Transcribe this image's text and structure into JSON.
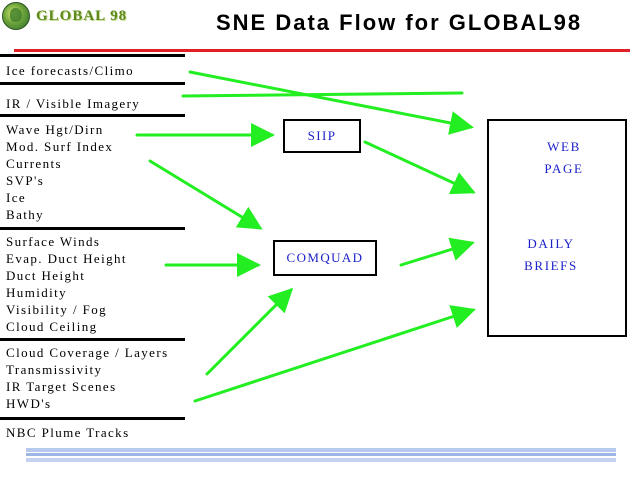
{
  "logo": {
    "text": "GLOBAL 98"
  },
  "title": "SNE Data Flow for GLOBAL98",
  "colors": {
    "accent_red": "#e21f26",
    "arrow_green": "#22ee22",
    "box_text_blue": "#1c22c8",
    "footer_blue": "#9cb6e6"
  },
  "sources": [
    {
      "items": [
        "Ice forecasts/Climo"
      ]
    },
    {
      "items": [
        "IR / Visible Imagery"
      ]
    },
    {
      "items": [
        "Wave Hgt/Dirn",
        "Mod. Surf Index",
        "Currents",
        "SVP's",
        "Ice",
        "Bathy"
      ]
    },
    {
      "items": [
        "Surface Winds",
        "Evap. Duct Height",
        "Duct Height",
        "Humidity",
        "Visibility / Fog",
        "Cloud Ceiling"
      ]
    },
    {
      "items": [
        "Cloud Coverage / Layers",
        "Transmissivity",
        "IR Target Scenes",
        "HWD's"
      ]
    },
    {
      "items": [
        "NBC Plume Tracks"
      ]
    }
  ],
  "processors": {
    "siip": "SIIP",
    "comquad": "COMQUAD"
  },
  "destinations": {
    "web_page": [
      "WEB",
      "PAGE"
    ],
    "daily_briefs": [
      "DAILY",
      "BRIEFS"
    ]
  }
}
